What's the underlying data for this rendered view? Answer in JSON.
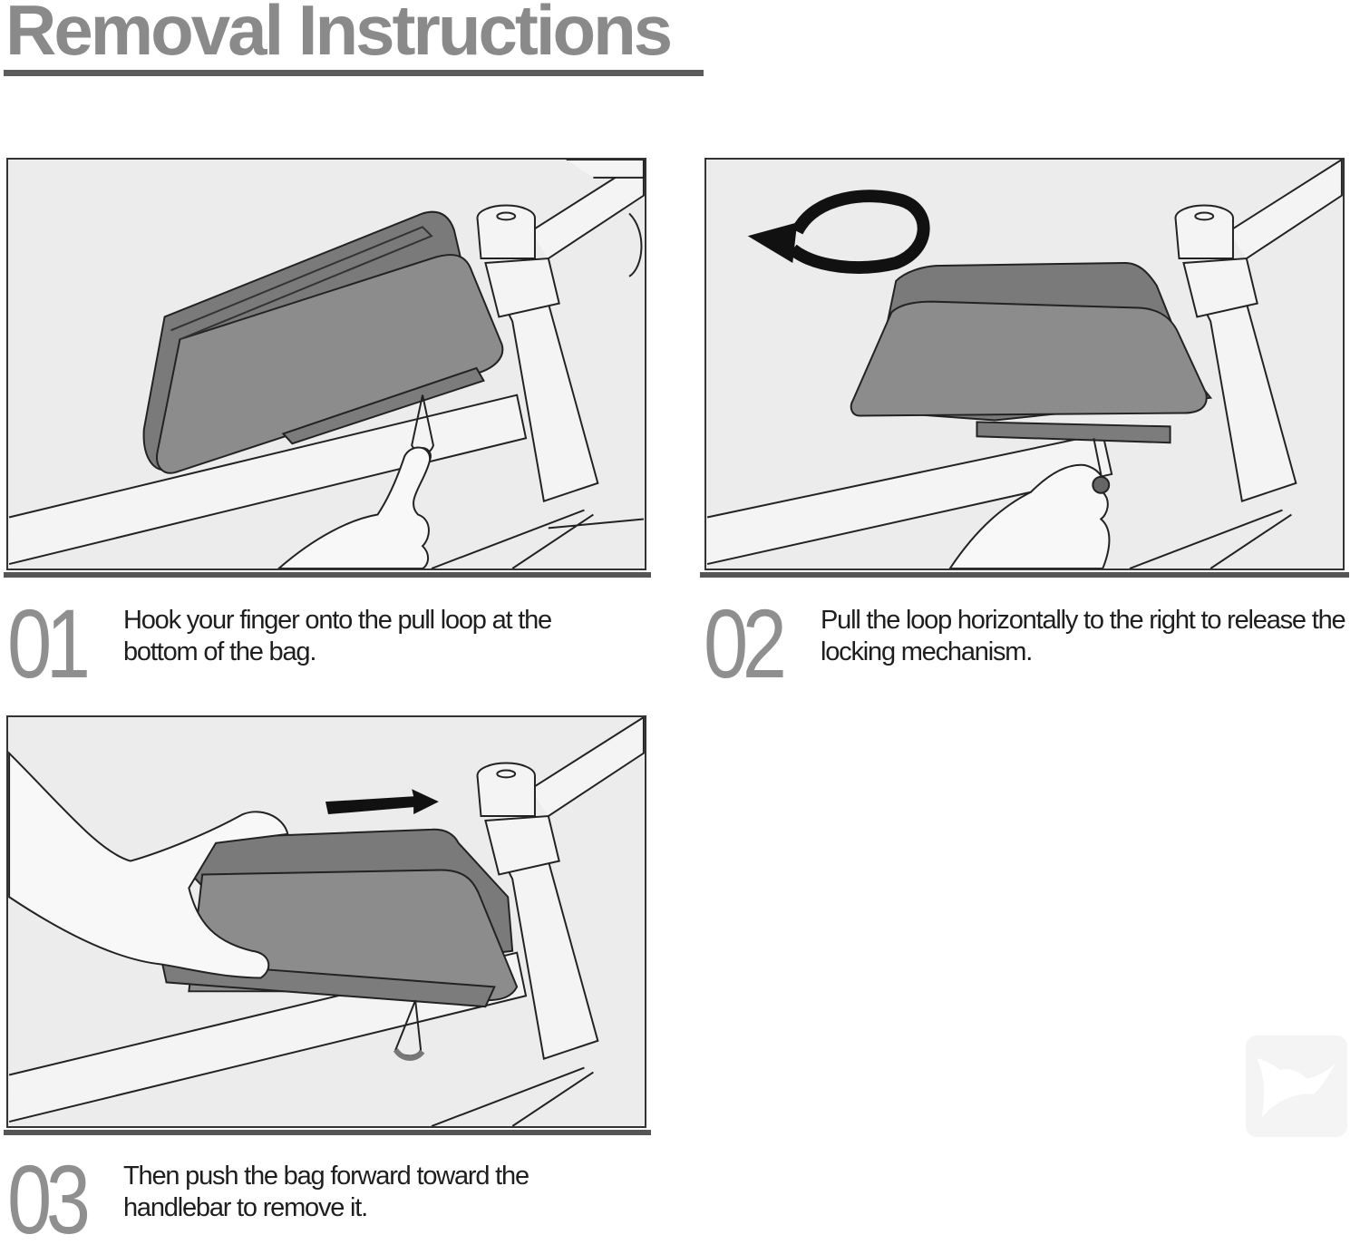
{
  "page": {
    "title": "Removal Instructions"
  },
  "steps": [
    {
      "number": "01",
      "text": "Hook your finger onto the pull loop at the bottom of the bag."
    },
    {
      "number": "02",
      "text": "Pull the loop horizontally to the right to release the locking mechanism."
    },
    {
      "number": "03",
      "text": "Then push the bag forward toward the handlebar to remove it."
    }
  ],
  "icons": {
    "step1": [
      "bicycle-frame-illustration",
      "frame-bag-icon",
      "finger-icon",
      "pull-loop-icon"
    ],
    "step2": [
      "bicycle-frame-illustration",
      "rotate-arrow-icon",
      "frame-bag-icon",
      "finger-icon"
    ],
    "step3": [
      "bicycle-frame-illustration",
      "right-arrow-icon",
      "hand-icon",
      "frame-bag-icon"
    ],
    "brand": "brand-logo-icon"
  },
  "colors": {
    "title": "#8a8a8a",
    "step_number": "#8f8f8f",
    "bag": "#8c8c8c",
    "panel_bg": "#ececec",
    "rule": "#555555"
  }
}
